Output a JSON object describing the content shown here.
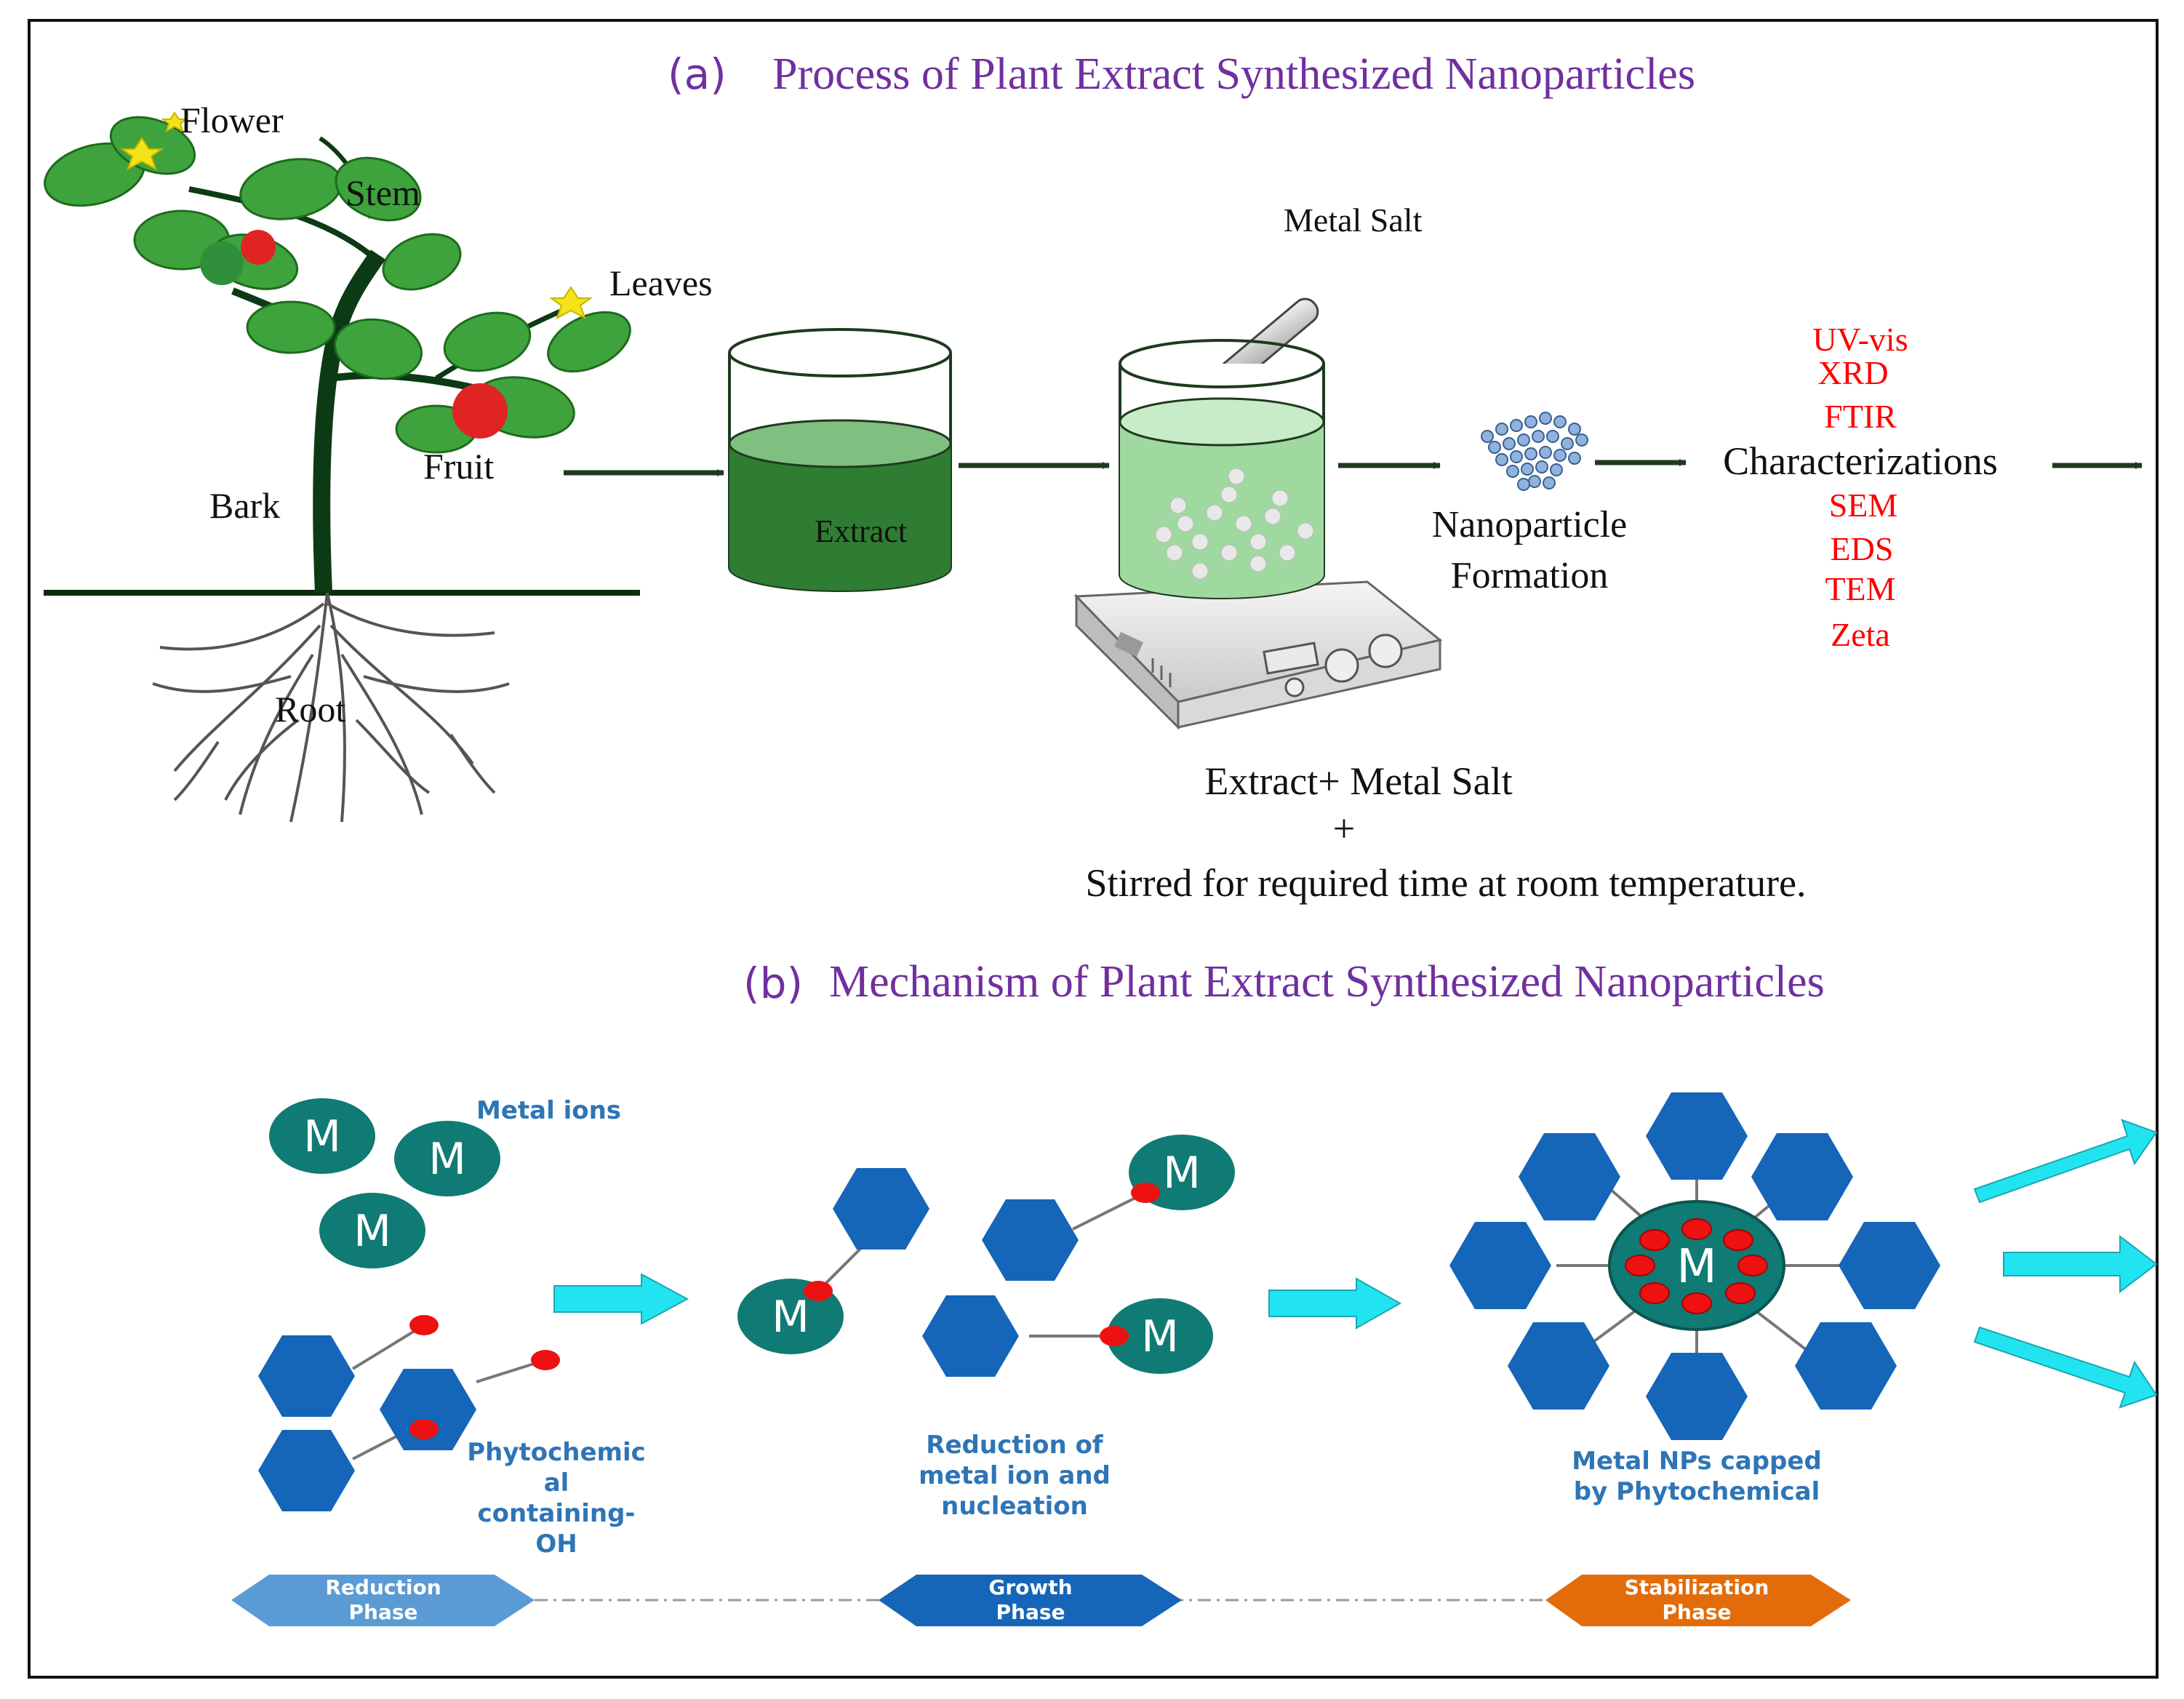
{
  "panel_a": {
    "title_letter": "(a)",
    "title_text": "Process of Plant Extract Synthesized Nanoparticles",
    "plant_labels": {
      "flower": "Flower",
      "stem": "Stem",
      "leaves": "Leaves",
      "fruit": "Fruit",
      "bark": "Bark",
      "root": "Root"
    },
    "extract_label": "Extract",
    "metal_salt_label": "Metal Salt",
    "nanoparticle_line1": "Nanoparticle",
    "nanoparticle_line2": "Formation",
    "characterizations_label": "Characterizations",
    "techniques": [
      "UV-vis",
      "XRD",
      "FTIR",
      "SEM",
      "EDS",
      "TEM",
      "Zeta"
    ],
    "process_line1": "Extract+ Metal Salt",
    "process_plus": "+",
    "process_line2": "Stirred for required time at room temperature."
  },
  "panel_b": {
    "title_letter": "(b)",
    "title_text": "Mechanism of Plant Extract Synthesized Nanoparticles",
    "metal_symbol": "M",
    "metal_ions_label": "Metal ions",
    "phyto_line1": "Phytochemic",
    "phyto_line2": "al",
    "phyto_line3": "containing-",
    "phyto_line4": "OH",
    "reduction_line1": "Reduction of",
    "reduction_line2": "metal ion and",
    "reduction_line3": "nucleation",
    "capped_line1": "Metal NPs capped",
    "capped_line2": "by Phytochemical",
    "phases": [
      {
        "line1": "Reduction",
        "line2": "Phase",
        "color": "#5b9bd5"
      },
      {
        "line1": "Growth",
        "line2": "Phase",
        "color": "#1565b8"
      },
      {
        "line1": "Stabilization",
        "line2": "Phase",
        "color": "#e36c0a"
      }
    ]
  },
  "colors": {
    "title_purple": "#7030a0",
    "technique_red": "#ff0000",
    "hexagon_blue": "#1565b8",
    "metal_teal": "#107a74",
    "dot_red": "#ee1111",
    "arrow_cyan": "#22e4f0",
    "label_blue": "#2e75b6",
    "extract_green": "#2e7d32"
  }
}
